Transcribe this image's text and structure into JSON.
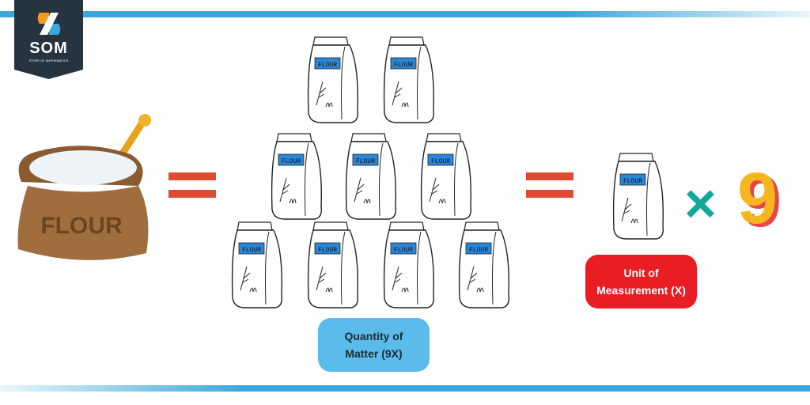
{
  "logo": {
    "text": "SOM",
    "subtitle": "STORY OF MATHEMATICS"
  },
  "sack": {
    "label": "FLOUR"
  },
  "bag_label": "FLOUR",
  "pyramid_bag_count": 9,
  "operator": "×",
  "multiplier": "9",
  "labels": {
    "quantity": "Quantity of\nMatter (9X)",
    "unit": "Unit of\nMeasurement (X)"
  },
  "colors": {
    "accent_blue": "#3aa8dc",
    "equals_red": "#e04a32",
    "times_teal": "#14a89a",
    "nine_yellow": "#f7b51e",
    "sack_brown": "#9c6a3c"
  }
}
